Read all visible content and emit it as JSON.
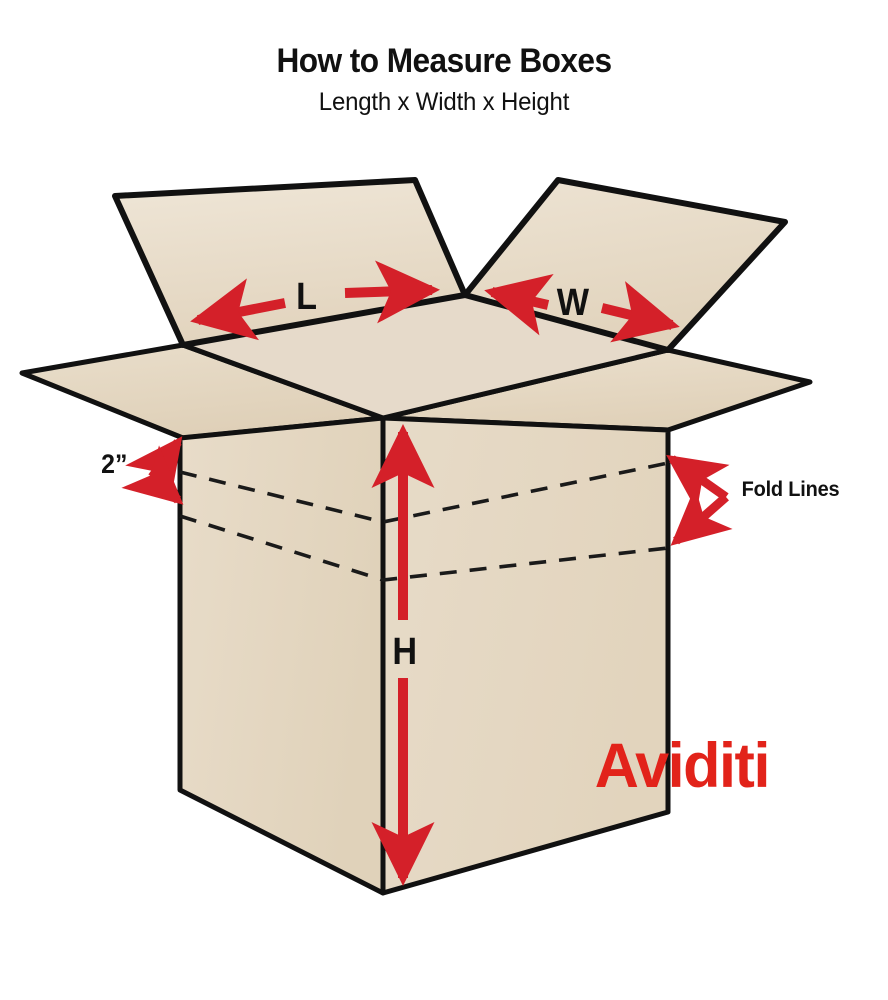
{
  "header": {
    "title": "How to Measure Boxes",
    "subtitle": "Length x Width x Height"
  },
  "diagram": {
    "type": "box-measurement-diagram",
    "labels": {
      "length": "L",
      "width": "W",
      "height": "H",
      "flap_depth": "2”",
      "fold_lines": "Fold Lines"
    }
  },
  "brand": {
    "logo_text": "Aviditi"
  },
  "colors": {
    "background": "#ffffff",
    "cardboard_face": "#E4D7C3",
    "cardboard_face_light": "#EDE3D3",
    "cardboard_face_dark": "#DCCCB5",
    "outline": "#111111",
    "arrow_red": "#D42029",
    "arrow_red_dark": "#B01820",
    "logo_red": "#E2231A",
    "text": "#111111"
  }
}
